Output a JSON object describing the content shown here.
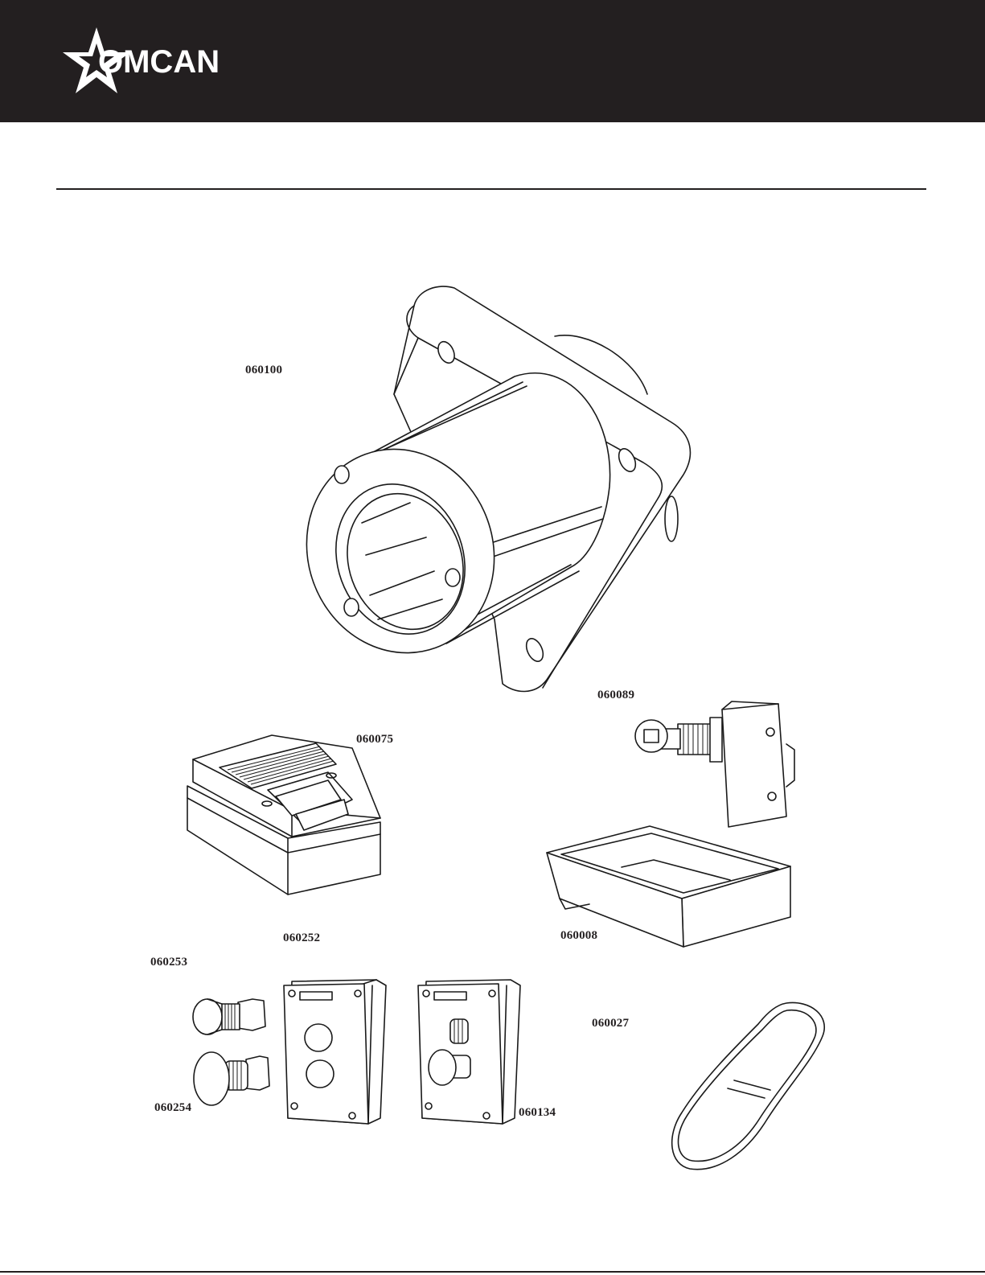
{
  "brand": {
    "logo_text": "OMCAN"
  },
  "colors": {
    "header_bg": "#231f20",
    "line": "#1a1a1a",
    "page_bg": "#ffffff"
  },
  "parts": [
    {
      "id": "part-060100",
      "number": "060100",
      "name_icon": "bearing-housing-flange-icon"
    },
    {
      "id": "part-060089",
      "number": "060089",
      "name_icon": "roller-limit-switch-icon"
    },
    {
      "id": "part-060075",
      "number": "060075",
      "name_icon": "push-button-switch-box-icon"
    },
    {
      "id": "part-060252",
      "number": "060252",
      "name_icon": "button-station-box-empty-icon"
    },
    {
      "id": "part-060008",
      "number": "060008",
      "name_icon": "tray-icon"
    },
    {
      "id": "part-060253",
      "number": "060253",
      "name_icon": "push-button-icon"
    },
    {
      "id": "part-060027",
      "number": "060027",
      "name_icon": "v-belt-icon"
    },
    {
      "id": "part-060254",
      "number": "060254",
      "name_icon": "mushroom-stop-button-icon"
    },
    {
      "id": "part-060134",
      "number": "060134",
      "name_icon": "button-station-box-assembled-icon"
    }
  ]
}
